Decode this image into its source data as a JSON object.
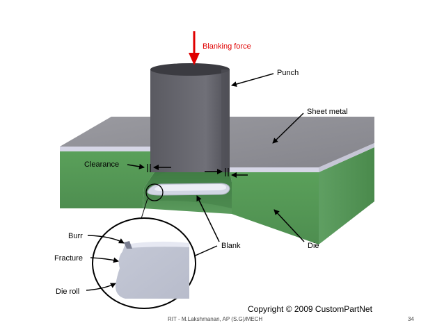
{
  "labels": {
    "force": "Blanking force",
    "punch": "Punch",
    "sheet_metal": "Sheet metal",
    "clearance": "Clearance",
    "blank": "Blank",
    "die": "Die",
    "burr": "Burr",
    "fracture": "Fracture",
    "die_roll": "Die roll"
  },
  "copyright": "Copyright © 2009 CustomPartNet",
  "footer": {
    "author": "RIT - M.Lakshmanan, AP (S.G)/MECH",
    "page_number": "34"
  },
  "colors": {
    "force_arrow": "#e00000",
    "die_front": "#5e9e5e",
    "die_top": "#6aab6a",
    "sheet_top": "#8f8f94",
    "sheet_edge": "#d6d6e6",
    "punch": "#6b6b72",
    "blank": "#c8ccd8"
  }
}
